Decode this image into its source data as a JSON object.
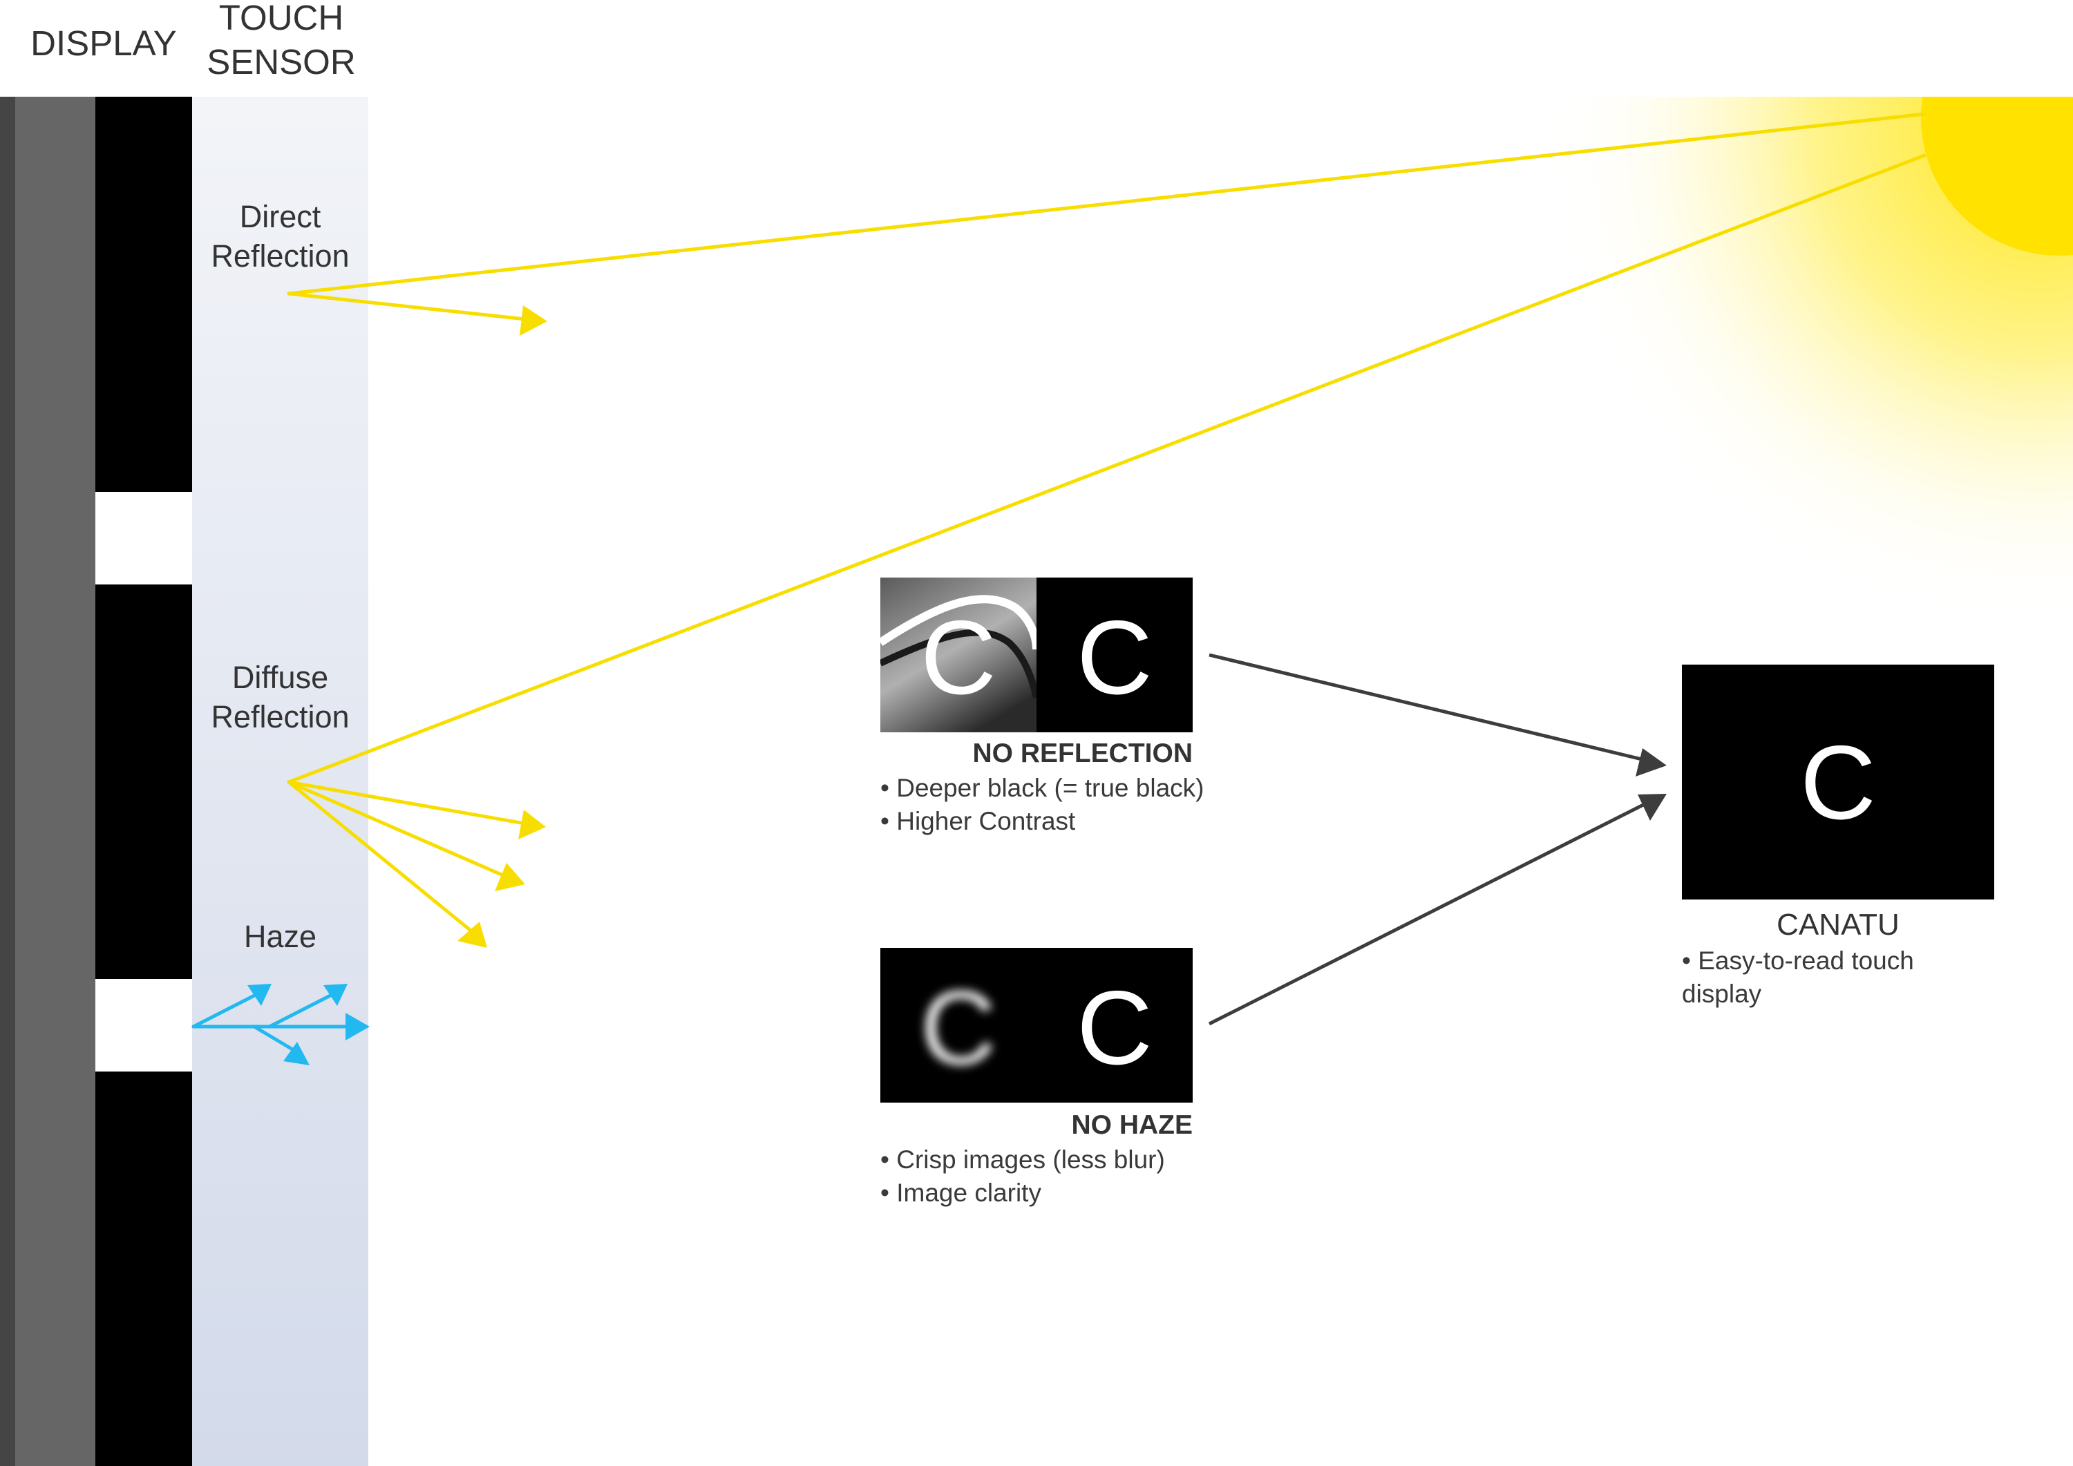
{
  "headers": {
    "display": "DISPLAY",
    "touch_sensor": "TOUCH\nSENSOR"
  },
  "labels": {
    "direct": "Direct\nReflection",
    "diffuse": "Diffuse\nReflection",
    "haze": "Haze"
  },
  "no_reflection": {
    "title": "NO REFLECTION",
    "glyph_left": "C",
    "glyph_right": "C",
    "bullets": [
      "• Deeper black (= true black)",
      "• Higher Contrast"
    ]
  },
  "no_haze": {
    "title": "NO HAZE",
    "glyph_left": "C",
    "glyph_right": "C",
    "bullets": [
      "• Crisp images (less blur)",
      "• Image clarity"
    ]
  },
  "canatu": {
    "title": "CANATU",
    "glyph": "C",
    "bullets": [
      "• Easy-to-read touch\ndisplay"
    ]
  },
  "colors": {
    "light_ray": "#F7DE00",
    "haze_ray": "#22B8F0",
    "connector": "#3D3D3D",
    "sun": "#FFE200",
    "sensor_gradient_top": "#F2F4F8",
    "sensor_gradient_bottom": "#D3DAEA"
  },
  "icons": [
    "sun-icon",
    "arrow-icon"
  ]
}
